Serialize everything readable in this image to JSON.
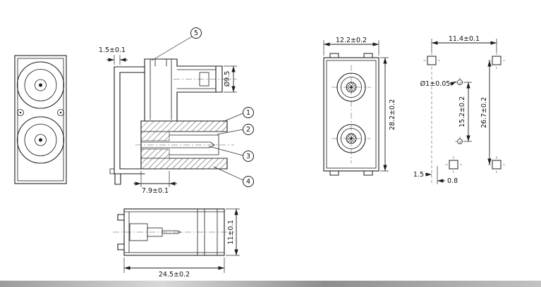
{
  "meta": {
    "drawing_type": "dual-bnc-connector-engineering-drawing",
    "background_color": "#ffffff",
    "line_color": "#1c1c1c"
  },
  "callouts": [
    "1",
    "2",
    "3",
    "4",
    "5"
  ],
  "section_view": {
    "dim_plate_thickness": "1.5±0.1",
    "dim_barrel_diameter": "Ø9.5",
    "dim_rear_depth": "7.9±0.1"
  },
  "bottom_view": {
    "dim_body_height": "11±0.1",
    "dim_body_width": "24.5±0.2"
  },
  "rear_view": {
    "dim_width": "12.2±0.2",
    "dim_height": "28.2±0.2"
  },
  "footprint_view": {
    "dim_pad_span": "11.4±0.1",
    "dim_hole_diameter": "Ø1±0.05",
    "dim_hole_pitch": "15.2±0.2",
    "dim_overall_height": "26.7±0.2",
    "dim_offset_a": "1.5",
    "dim_offset_b": "0.8"
  }
}
